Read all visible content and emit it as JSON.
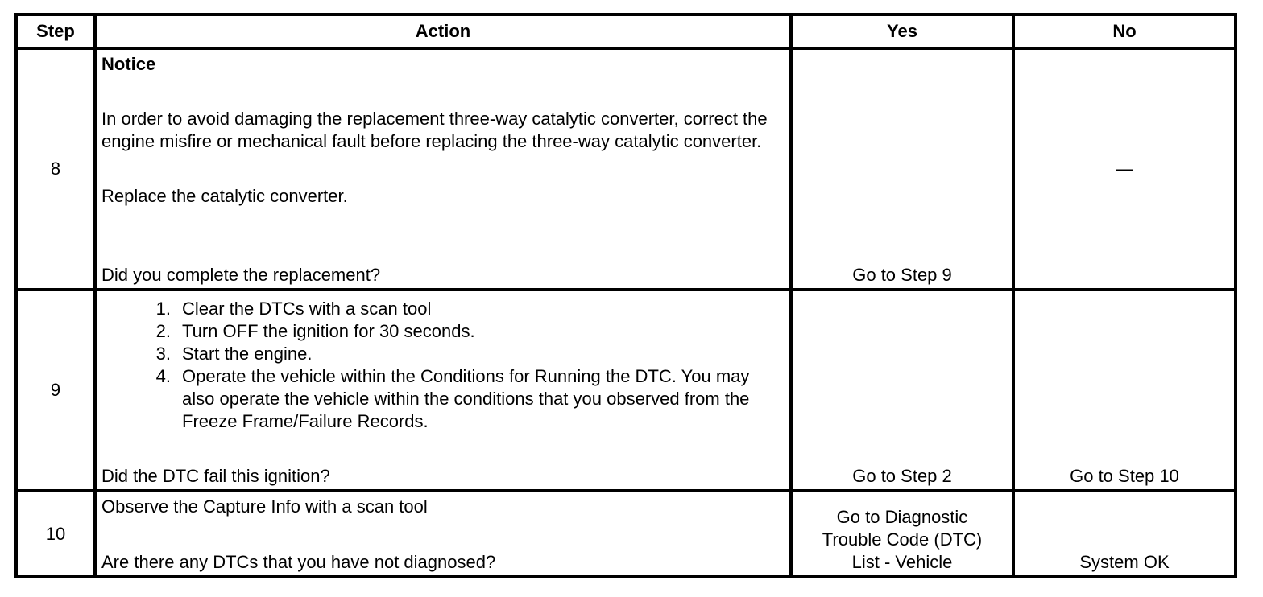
{
  "headers": {
    "step": "Step",
    "action": "Action",
    "yes": "Yes",
    "no": "No"
  },
  "rows": [
    {
      "step": "8",
      "notice_title": "Notice",
      "notice_text": "In order to avoid damaging the replacement three-way catalytic converter, correct the engine misfire or mechanical fault before replacing the three-way catalytic converter.",
      "instruction": "Replace the catalytic converter.",
      "question": "Did you complete the replacement?",
      "yes": "Go to Step 9",
      "no": "—"
    },
    {
      "step": "9",
      "items": [
        {
          "num": "1.",
          "text": "Clear the DTCs with a scan tool"
        },
        {
          "num": "2.",
          "text": "Turn OFF the ignition for 30 seconds."
        },
        {
          "num": "3.",
          "text": "Start the engine."
        },
        {
          "num": "4.",
          "text": "Operate the vehicle within the Conditions for Running the DTC. You may also operate the vehicle within the conditions that you observed from the Freeze Frame/Failure Records."
        }
      ],
      "question": "Did the DTC fail this ignition?",
      "yes": "Go to Step 2",
      "no": "Go to Step 10"
    },
    {
      "step": "10",
      "instruction": "Observe the Capture Info with a scan tool",
      "question": "Are there any DTCs that you have not diagnosed?",
      "yes_lines": [
        "Go to Diagnostic",
        "Trouble Code (DTC)",
        "List - Vehicle"
      ],
      "no": "System OK"
    }
  ]
}
